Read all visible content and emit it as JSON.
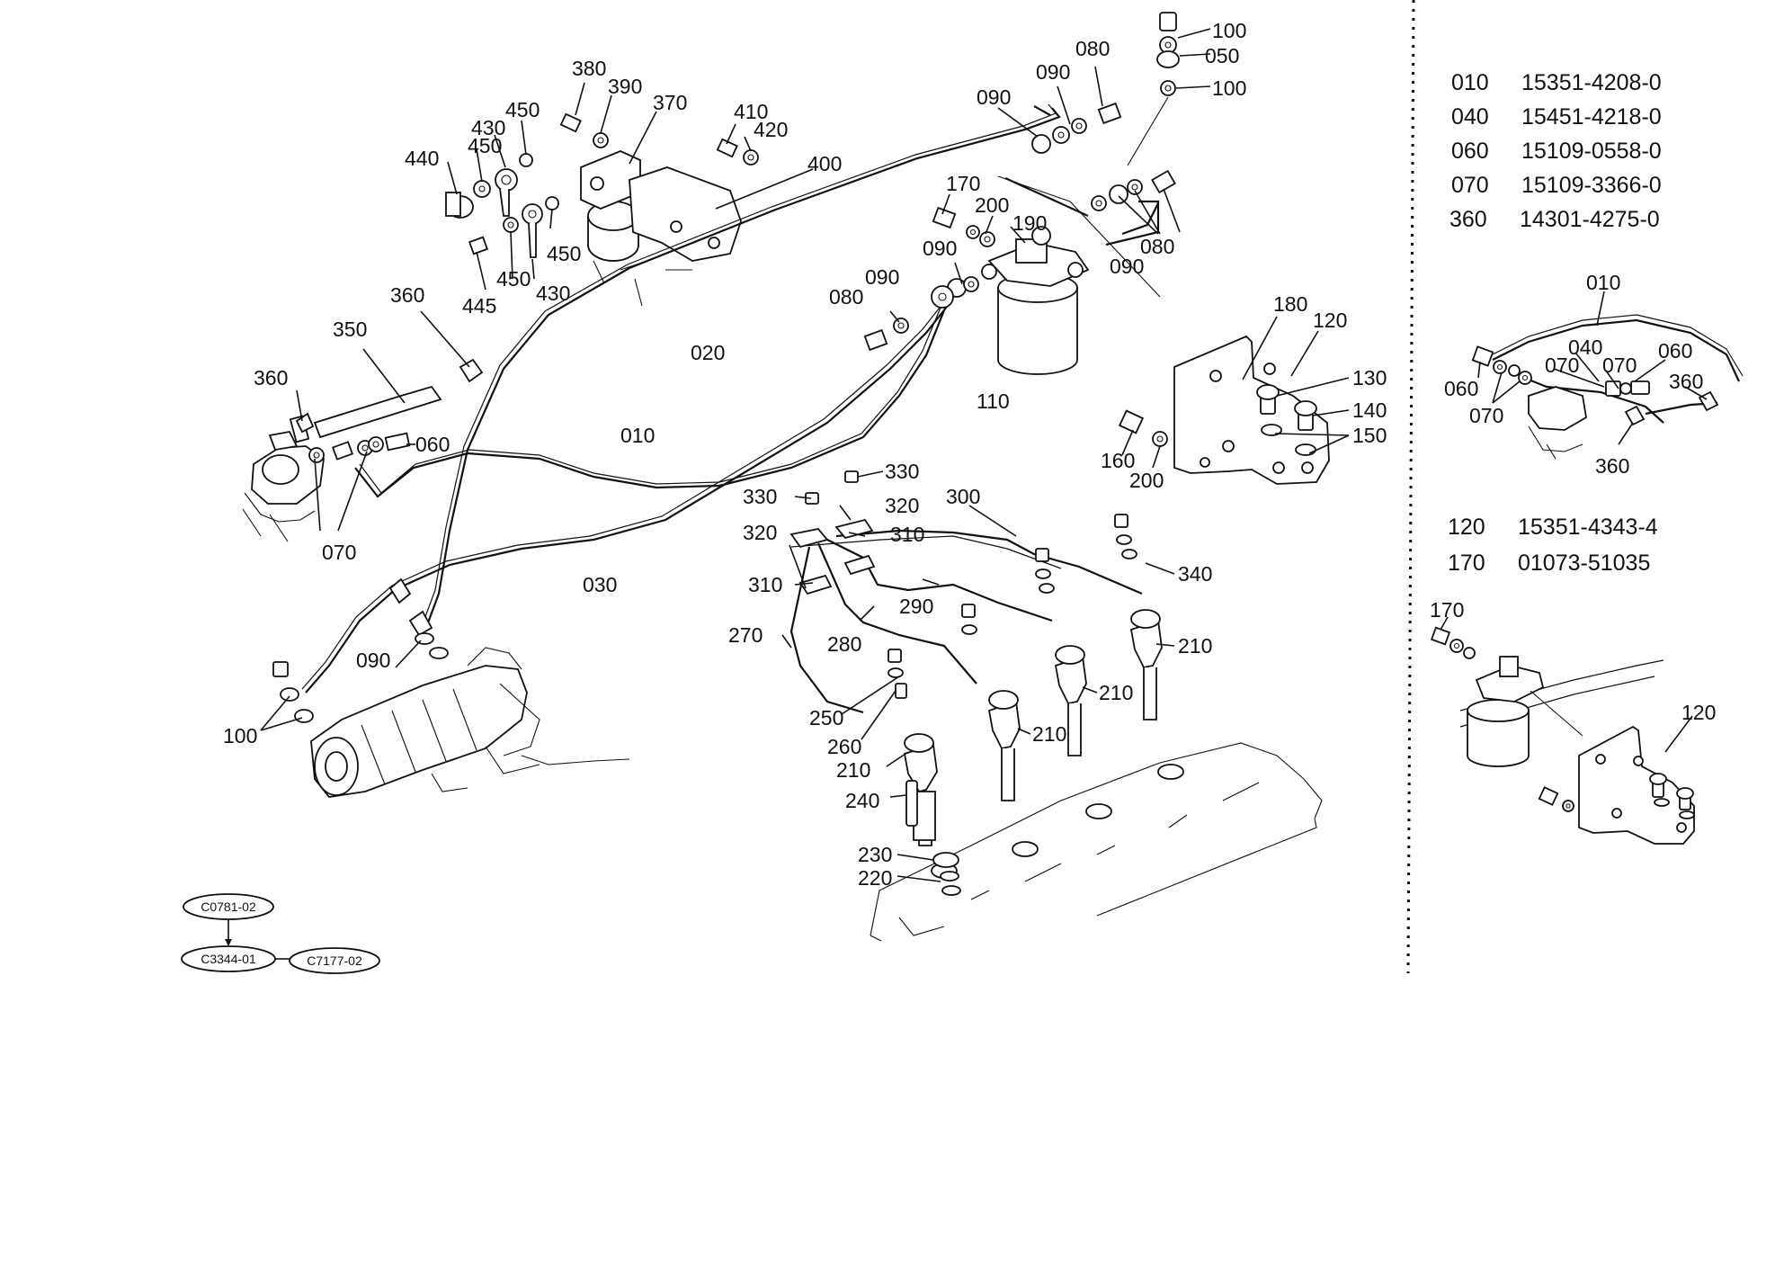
{
  "labels": [
    {
      "id": "l380",
      "text": "380"
    },
    {
      "id": "l390",
      "text": "390"
    },
    {
      "id": "l370",
      "text": "370"
    },
    {
      "id": "l410",
      "text": "410"
    },
    {
      "id": "l420",
      "text": "420"
    },
    {
      "id": "l400",
      "text": "400"
    },
    {
      "id": "l450a",
      "text": "450"
    },
    {
      "id": "l430a",
      "text": "430"
    },
    {
      "id": "l450b",
      "text": "450"
    },
    {
      "id": "l440",
      "text": "440"
    },
    {
      "id": "l450c",
      "text": "450"
    },
    {
      "id": "l445",
      "text": "445"
    },
    {
      "id": "l450d",
      "text": "450"
    },
    {
      "id": "l430b",
      "text": "430"
    },
    {
      "id": "l360a",
      "text": "360"
    },
    {
      "id": "l350",
      "text": "350"
    },
    {
      "id": "l360b",
      "text": "360"
    },
    {
      "id": "l020",
      "text": "020"
    },
    {
      "id": "l010",
      "text": "010"
    },
    {
      "id": "l060",
      "text": "060"
    },
    {
      "id": "l070",
      "text": "070"
    },
    {
      "id": "l030",
      "text": "030"
    },
    {
      "id": "l090a",
      "text": "090"
    },
    {
      "id": "l100a",
      "text": "100"
    },
    {
      "id": "l100b",
      "text": "100"
    },
    {
      "id": "l050",
      "text": "050"
    },
    {
      "id": "l100c",
      "text": "100"
    },
    {
      "id": "l080a",
      "text": "080"
    },
    {
      "id": "l090b",
      "text": "090"
    },
    {
      "id": "l090c",
      "text": "090"
    },
    {
      "id": "l170",
      "text": "170"
    },
    {
      "id": "l200a",
      "text": "200"
    },
    {
      "id": "l190",
      "text": "190"
    },
    {
      "id": "l090d",
      "text": "090"
    },
    {
      "id": "l080b",
      "text": "080"
    },
    {
      "id": "l090e",
      "text": "090"
    },
    {
      "id": "l080c",
      "text": "080"
    },
    {
      "id": "l090f",
      "text": "090"
    },
    {
      "id": "l110",
      "text": "110"
    },
    {
      "id": "l180",
      "text": "180"
    },
    {
      "id": "l120",
      "text": "120"
    },
    {
      "id": "l130",
      "text": "130"
    },
    {
      "id": "l140",
      "text": "140"
    },
    {
      "id": "l150",
      "text": "150"
    },
    {
      "id": "l160",
      "text": "160"
    },
    {
      "id": "l200b",
      "text": "200"
    },
    {
      "id": "l330a",
      "text": "330"
    },
    {
      "id": "l330b",
      "text": "330"
    },
    {
      "id": "l320a",
      "text": "320"
    },
    {
      "id": "l300",
      "text": "300"
    },
    {
      "id": "l320b",
      "text": "320"
    },
    {
      "id": "l310a",
      "text": "310"
    },
    {
      "id": "l310b",
      "text": "310"
    },
    {
      "id": "l290",
      "text": "290"
    },
    {
      "id": "l340",
      "text": "340"
    },
    {
      "id": "l270",
      "text": "270"
    },
    {
      "id": "l280",
      "text": "280"
    },
    {
      "id": "l210a",
      "text": "210"
    },
    {
      "id": "l210b",
      "text": "210"
    },
    {
      "id": "l210c",
      "text": "210"
    },
    {
      "id": "l250",
      "text": "250"
    },
    {
      "id": "l260",
      "text": "260"
    },
    {
      "id": "l210d",
      "text": "210"
    },
    {
      "id": "l240",
      "text": "240"
    },
    {
      "id": "l230",
      "text": "230"
    },
    {
      "id": "l220",
      "text": "220"
    }
  ],
  "parts_table": [
    {
      "code": "010",
      "number": "15351-4208-0"
    },
    {
      "code": "040",
      "number": "15451-4218-0"
    },
    {
      "code": "060",
      "number": "15109-0558-0"
    },
    {
      "code": "070",
      "number": "15109-3366-0"
    },
    {
      "code": "360",
      "number": "14301-4275-0"
    }
  ],
  "parts_table_2": [
    {
      "code": "120",
      "number": "15351-4343-4"
    },
    {
      "code": "170",
      "number": "01073-51035"
    }
  ],
  "inset1_labels": [
    {
      "id": "i010",
      "text": "010"
    },
    {
      "id": "i040",
      "text": "040"
    },
    {
      "id": "i060a",
      "text": "060"
    },
    {
      "id": "i060b",
      "text": "060"
    },
    {
      "id": "i070a",
      "text": "070"
    },
    {
      "id": "i070b",
      "text": "070"
    },
    {
      "id": "i070c",
      "text": "070"
    },
    {
      "id": "i360a",
      "text": "360"
    },
    {
      "id": "i360b",
      "text": "360"
    }
  ],
  "inset2_labels": [
    {
      "id": "i170",
      "text": "170"
    },
    {
      "id": "i120",
      "text": "120"
    }
  ],
  "ref_codes": [
    {
      "id": "r1",
      "text": "C0781-02"
    },
    {
      "id": "r2",
      "text": "C3344-01"
    },
    {
      "id": "r3",
      "text": "C7177-02"
    }
  ]
}
